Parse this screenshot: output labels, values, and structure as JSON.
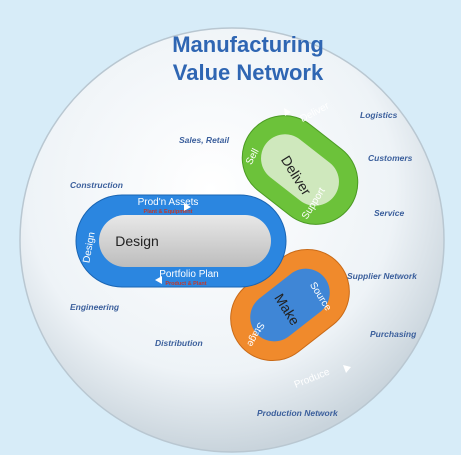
{
  "title": {
    "line1": "Manufacturing",
    "line2": "Value Network"
  },
  "outer_labels": {
    "logistics": "Logistics",
    "customers": "Customers",
    "service": "Service",
    "supplier_network": "Supplier Network",
    "purchasing": "Purchasing",
    "production_network": "Production Network",
    "distribution": "Distribution",
    "engineering": "Engineering",
    "construction": "Construction",
    "sales_retail": "Sales, Retail"
  },
  "design_loop": {
    "core": "Design",
    "top_band": "Prod'n Assets",
    "top_sub": "Plant & Equipment",
    "bottom_band": "Portfolio Plan",
    "bottom_sub": "Product & Plant",
    "left_band": "Design"
  },
  "deliver_loop": {
    "core": "Deliver",
    "left_band": "Sell",
    "top_band": "Deliver",
    "right_band": "Support"
  },
  "make_loop": {
    "core": "Make",
    "right_band": "Source",
    "bottom_band": "Produce",
    "left_band": "Stage"
  },
  "colors": {
    "design": "#2b86e0",
    "deliver": "#6cc23a",
    "make": "#f08a2c",
    "title": "#2f66b3",
    "outer_text": "#3b5f9c",
    "sub_text": "#c0392b"
  }
}
